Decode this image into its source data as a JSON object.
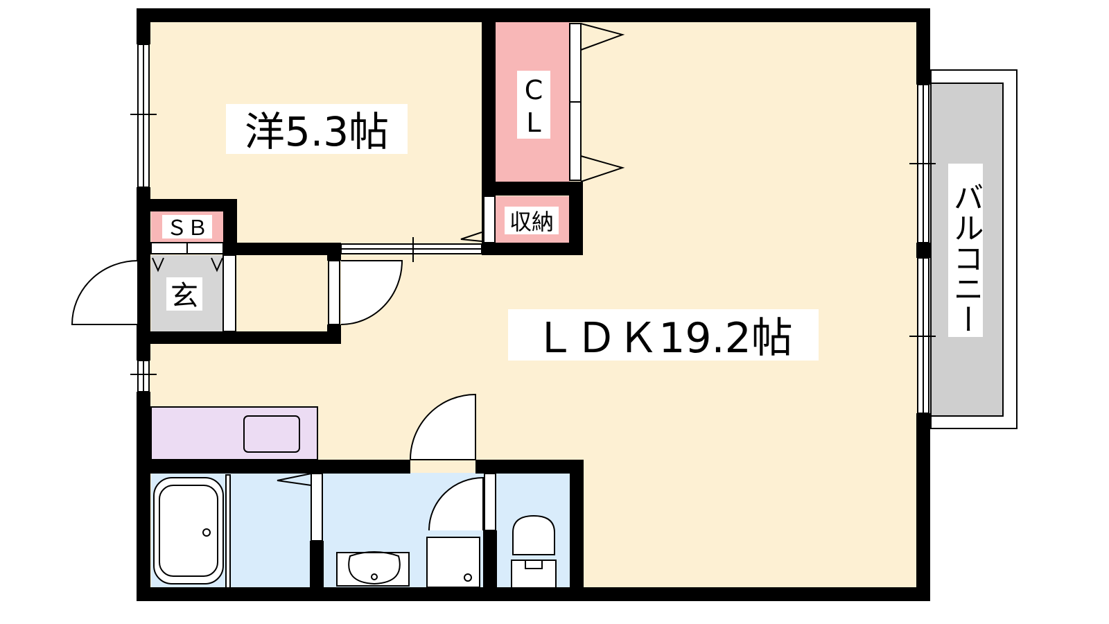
{
  "rooms": {
    "western_room": "洋5.3帖",
    "closet": "C\nL",
    "storage": "収納",
    "shoe_box": "ＳＢ",
    "entrance": "玄",
    "ldk": "ＬＤＫ19.2帖",
    "balcony": "バルコニー"
  },
  "colors": {
    "floor": "#fdf0d3",
    "closet": "#f8b7b7",
    "entrance": "#d6d6d6",
    "kitchen": "#ecdcf3",
    "wet_area": "#d9ecfb",
    "balcony": "#cfcfcf",
    "wall": "#000000"
  }
}
